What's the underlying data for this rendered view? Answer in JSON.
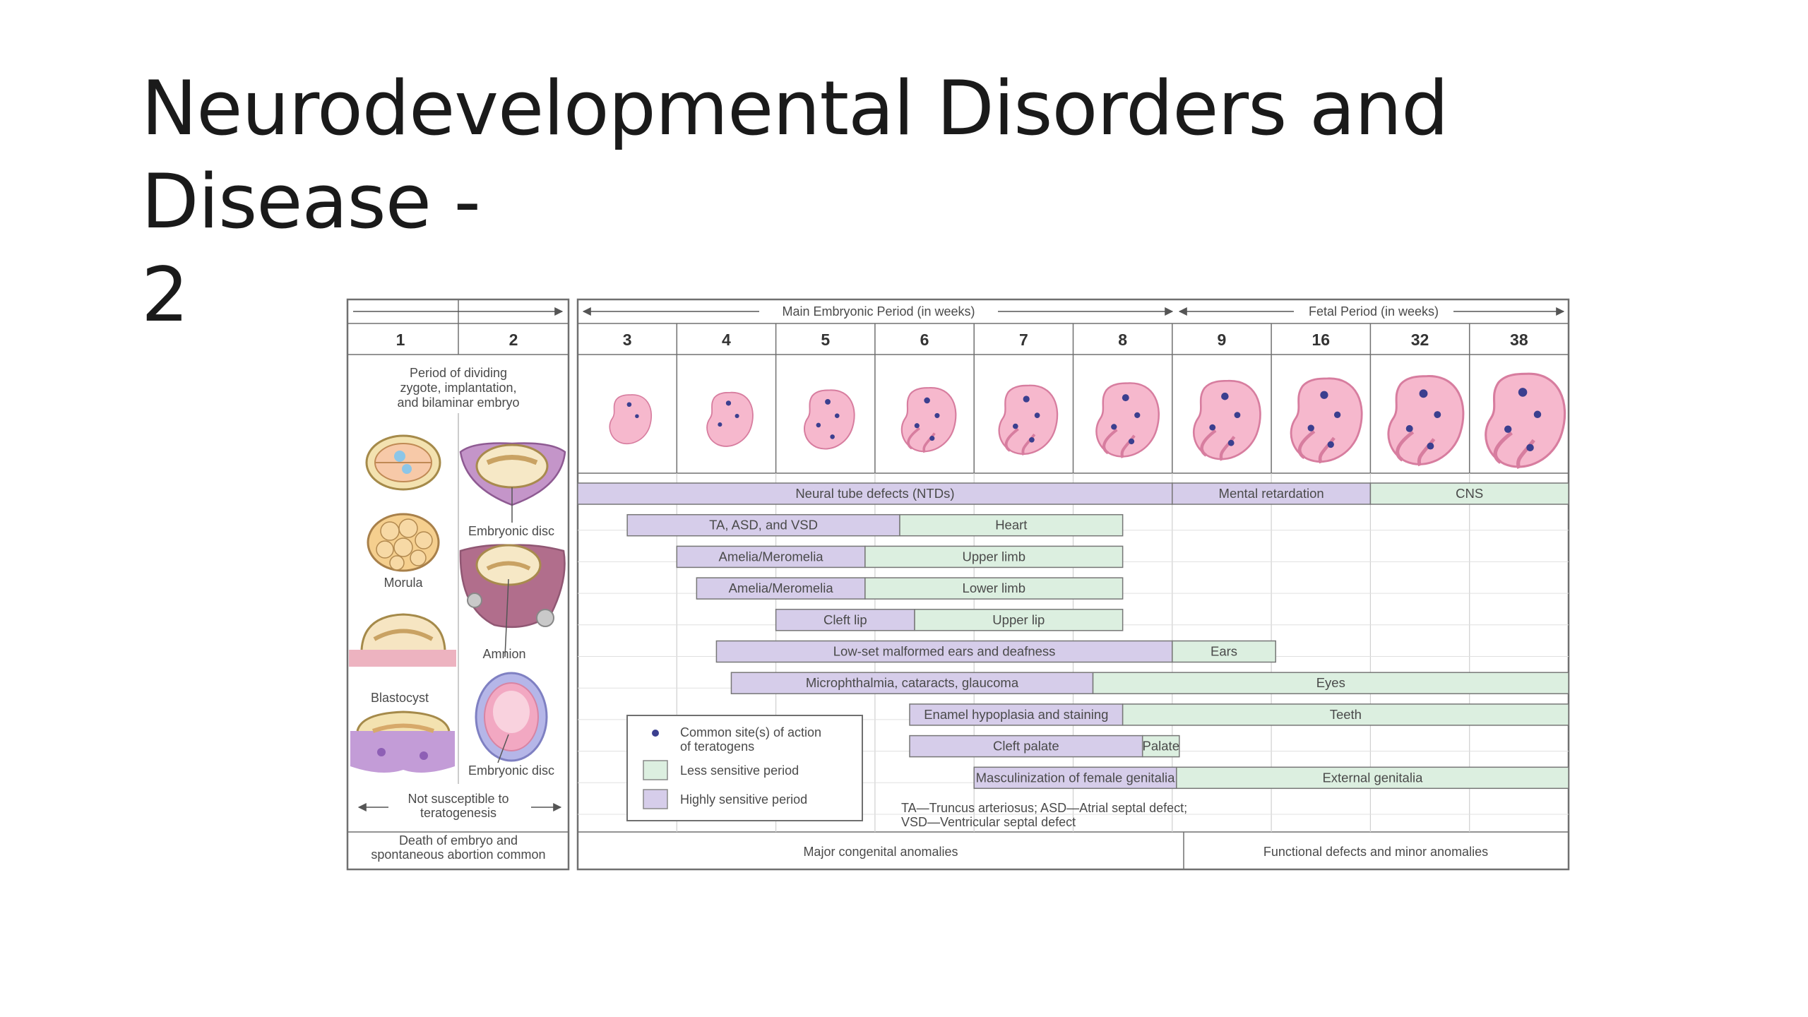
{
  "slide": {
    "title_line1": "Neurodevelopmental Disorders and Disease -",
    "title_line2": "2"
  },
  "figure": {
    "left_panel": {
      "weeks": [
        "1",
        "2"
      ],
      "period_text": [
        "Period of dividing",
        "zygote, implantation,",
        "and bilaminar embryo"
      ],
      "labels": {
        "morula": "Morula",
        "blastocyst": "Blastocyst",
        "embryonic_disc_1": "Embryonic disc",
        "amnion": "Amnion",
        "embryonic_disc_2": "Embryonic disc"
      },
      "not_susceptible": [
        "Not susceptible to",
        "teratogenesis"
      ],
      "death_text": [
        "Death of embryo and",
        "spontaneous abortion common"
      ]
    },
    "main_embryonic_period_label": "Main Embryonic Period (in weeks)",
    "fetal_period_label": "Fetal Period (in weeks)",
    "weeks": [
      "3",
      "4",
      "5",
      "6",
      "7",
      "8",
      "9",
      "16",
      "32",
      "38"
    ],
    "rows": [
      {
        "high": {
          "label": "Neural tube defects (NTDs)",
          "from": 3,
          "to": 9
        },
        "high2": {
          "label": "Mental retardation",
          "from": 9,
          "to": 32
        },
        "less": {
          "label": "CNS",
          "from": 32,
          "to": 38
        }
      },
      {
        "high": {
          "label": "TA, ASD, and VSD",
          "from": 3.5,
          "to": 6.25
        },
        "less": {
          "label": "Heart",
          "from": 6.25,
          "to": 8.5
        }
      },
      {
        "high": {
          "label": "Amelia/Meromelia",
          "from": 4,
          "to": 5.9
        },
        "less": {
          "label": "Upper limb",
          "from": 5.9,
          "to": 8.5
        }
      },
      {
        "high": {
          "label": "Amelia/Meromelia",
          "from": 4.2,
          "to": 5.9
        },
        "less": {
          "label": "Lower limb",
          "from": 5.9,
          "to": 8.5
        }
      },
      {
        "high": {
          "label": "Cleft lip",
          "from": 5,
          "to": 6.4
        },
        "less": {
          "label": "Upper lip",
          "from": 6.4,
          "to": 8.5
        }
      },
      {
        "high": {
          "label": "Low-set malformed ears and deafness",
          "from": 4.4,
          "to": 9
        },
        "less": {
          "label": "Ears",
          "from": 9,
          "to": 16.7
        }
      },
      {
        "high": {
          "label": "Microphthalmia, cataracts, glaucoma",
          "from": 4.55,
          "to": 8.2
        },
        "less": {
          "label": "Eyes",
          "from": 8.2,
          "to": 38
        }
      },
      {
        "high": {
          "label": "Enamel hypoplasia and staining",
          "from": 6.35,
          "to": 8.5
        },
        "less": {
          "label": "Teeth",
          "from": 8.5,
          "to": 38
        }
      },
      {
        "high": {
          "label": "Cleft palate",
          "from": 6.35,
          "to": 8.7
        },
        "less": {
          "label": "Palate",
          "from": 8.7,
          "to": 9.5
        }
      },
      {
        "high": {
          "label": "Masculinization of female genitalia",
          "from": 7,
          "to": 9.3
        },
        "less": {
          "label": "External genitalia",
          "from": 9.3,
          "to": 38
        }
      }
    ],
    "legend": {
      "dot_text": [
        "Common site(s) of action",
        "of teratogens"
      ],
      "less_text": "Less sensitive period",
      "high_text": "Highly sensitive period"
    },
    "abbreviations": [
      "TA—Truncus arteriosus; ASD—Atrial septal defect;",
      "VSD—Ventricular septal defect"
    ],
    "bottom": {
      "major": "Major congenital anomalies",
      "functional": "Functional defects and minor anomalies"
    }
  },
  "colors": {
    "highly_sensitive": "#d6cdea",
    "less_sensitive": "#dcefe0",
    "embryo_pink": "#f6b8cd",
    "site_dot": "#3b3f8f",
    "frame": "#707070"
  }
}
